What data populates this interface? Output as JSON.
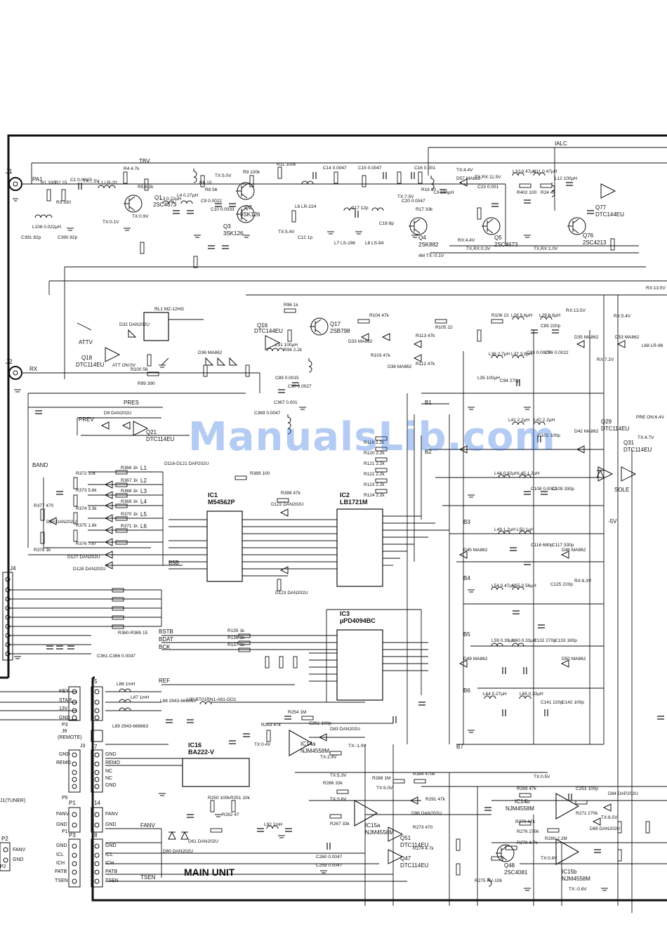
{
  "sheet_label": "MAIN UNIT",
  "watermark": "ManualsLib.com",
  "jacks": [
    "J1",
    "J2"
  ],
  "rails": {
    "tbv": "TBV",
    "ialc": "IALC",
    "pa1": "PA1",
    "rx": "RX",
    "pres": "PRES",
    "prev": "PREV",
    "attv": "ATTV",
    "band": "BAND",
    "ref": "REF",
    "fanv": "FANV",
    "tsen": "TSEN",
    "sole": "SOLE",
    "minus5v": "-5V"
  },
  "ics": [
    {
      "ref": "IC1",
      "part": "M54562P"
    },
    {
      "ref": "IC2",
      "part": "LB1721M"
    },
    {
      "ref": "IC3",
      "part": "µPD4094BC"
    },
    {
      "ref": "IC16",
      "part": "BA222-V"
    },
    {
      "ref": "IC14a",
      "part": "NJM4558M"
    },
    {
      "ref": "IC15a",
      "part": "NJM4558M"
    },
    {
      "ref": "IC14b",
      "part": "NJM4558M"
    },
    {
      "ref": "IC15b",
      "part": "NJM4558M"
    }
  ],
  "transistors": [
    {
      "ref": "Q1",
      "part": "2SC4673"
    },
    {
      "ref": "Q2",
      "part": "3SK126"
    },
    {
      "ref": "Q3",
      "part": "3SK126"
    },
    {
      "ref": "Q4",
      "part": "2SK882"
    },
    {
      "ref": "Q5",
      "part": "2SC4673"
    },
    {
      "ref": "Q76",
      "part": "2SC4213"
    },
    {
      "ref": "Q77",
      "part": "DTC144EU"
    },
    {
      "ref": "Q16",
      "part": "DTC144EU"
    },
    {
      "ref": "Q17",
      "part": "2SB798"
    },
    {
      "ref": "Q18",
      "part": "DTC114EU"
    },
    {
      "ref": "Q21",
      "part": "DTC114EU"
    },
    {
      "ref": "Q29",
      "part": "DTC114EU"
    },
    {
      "ref": "Q31",
      "part": "DTC114EU"
    },
    {
      "ref": "Q47",
      "part": "DTC114EU"
    },
    {
      "ref": "Q48",
      "part": "2SC4081"
    },
    {
      "ref": "Q51",
      "part": "DTC114EU"
    }
  ],
  "connectors": [
    {
      "ref": "J4",
      "pins": []
    },
    {
      "ref": "J5",
      "pins": [
        "KEY",
        "STAR",
        "13V",
        "GND"
      ]
    },
    {
      "ref": "J6",
      "note": "(REMOTE)",
      "pins": [
        "GND",
        "REMO"
      ]
    },
    {
      "ref": "J7",
      "pins": [
        "GND",
        "REMO",
        "NC",
        "NC",
        "GND"
      ]
    },
    {
      "ref": "J14",
      "pins": [
        "FANV",
        "GND"
      ]
    },
    {
      "ref": "J8",
      "pins": [
        "GND",
        "ICL",
        "ICH",
        "PATB",
        "TSEN"
      ]
    },
    {
      "ref": "P1",
      "pins": [
        "FANV",
        "GND"
      ]
    },
    {
      "ref": "P2",
      "pins": [
        "FANV",
        "GND"
      ]
    },
    {
      "ref": "P3",
      "pins": [
        "GND",
        "ICL",
        "ICH",
        "PATB",
        "TSEN"
      ]
    }
  ],
  "connector_refs": [
    "J3",
    "P3",
    "P5",
    "P1",
    "P2",
    "J1(TUNER)"
  ],
  "filter_nets": [
    "B1",
    "B2",
    "B3",
    "B4",
    "B5",
    "B6",
    "B7"
  ],
  "band_lines": [
    "L1",
    "L2",
    "L3",
    "L4",
    "L5",
    "L6",
    "B5B"
  ],
  "bus_labels": [
    "BSTB",
    "BDAT",
    "BCK"
  ],
  "component_labels": [
    "R1 330",
    "R2 15",
    "R3 330",
    "C1 0.0047",
    "L1 LR-20",
    "L106 0.022µH",
    "C390 82p",
    "C391 82p",
    "R4 4.7k",
    "R5 8.2k",
    "R6 10",
    "L3 0.22µH",
    "L4 0.27µH",
    "C9 0.0022",
    "C10 0.0033",
    "R8 56",
    "R9 100k",
    "R11 100k",
    "L6 LR-224",
    "C12 1p",
    "C14 0.0047",
    "C15 0.0047",
    "C16 0.001",
    "C17 12p",
    "C18 8p",
    "L7 LS-196",
    "L8 LS-84",
    "R16 10",
    "R17 33k",
    "C20 0.0047",
    "L9 100µH",
    "D57 MA862",
    "C23 0.001",
    "L10 0.47µH",
    "L11 0.47µH",
    "L12 100µH",
    "R402 100",
    "R24 47",
    "R96 1k",
    "R94 2.2k",
    "R104 47k",
    "R105 22",
    "R106 22",
    "L26 5.6µH",
    "L29 6.8µH",
    "C85 220p",
    "D33 MA862",
    "D38 MA862",
    "R113 47k",
    "R112 47k",
    "R103 47k",
    "R99 390",
    "R100 56",
    "RL1 MZ-12HG",
    "D32 DAN202U",
    "D36 MA862",
    "L31 100µH",
    "C89 0.0015",
    "C90 0.0027",
    "C367 0.001",
    "C369 0.0047",
    "L35 100µH",
    "L36 2.7µH",
    "L37 3.9µH",
    "C93 0.0027",
    "C94 270p",
    "C96 0.0022",
    "L41 2.2µH",
    "L42 2.2µH",
    "L44 0.82µH",
    "L45 1.2µH",
    "C102 100p",
    "C108 0.0012",
    "C109 330p",
    "L49 1.2µH",
    "L50 1µH",
    "C116 680p",
    "C117 330p",
    "L54 0.47µH",
    "L55 0.56µH",
    "C125 220p",
    "L59 0.39µH",
    "L60 0.33µH",
    "C132 270p",
    "C133 180p",
    "L64 0.27µH",
    "L65 0.33µH",
    "C141 220p",
    "C142 100p",
    "R119 2.2k",
    "R120 2.2k",
    "R121 2.2k",
    "R122 2.2k",
    "R123 2.2k",
    "R124 2.2k",
    "R366 1k",
    "R367 1k",
    "R368 1k",
    "R369 1k",
    "R370 1k",
    "R371 1k",
    "R372 10k",
    "R373 5.6k",
    "R374 3.3k",
    "R375 1.8k",
    "R376 750",
    "R377 470",
    "R378 1k",
    "D116-D121 DAP202U",
    "D127 DAN202U",
    "D128 DAN202U",
    "D85 DAN202U",
    "R360-R365 15",
    "C361-C366 0.0047",
    "R135 1k",
    "R136 1k",
    "R137 1k",
    "R389 100",
    "R399 47k",
    "D122 DAN202U",
    "D123 DAN202U",
    "L86 1mH",
    "L87 1mH",
    "L88 2943-666663",
    "L89 2943-666663",
    "L90 BT01RN1-A61-DO1",
    "R254 1M",
    "C251 100p",
    "D83 DAN202U",
    "R263 47k",
    "R286 33k",
    "R288 1M",
    "R384 470k",
    "R267 33k",
    "D96 DAN202U",
    "R291 47k",
    "R269 47k",
    "C253 100p",
    "D84 DAP202U",
    "R270 47k",
    "R271 270k",
    "R280 2.2M",
    "R274 4.7k",
    "R273 470",
    "R278 4.7k",
    "R276 270k",
    "D85 DAN202U",
    "L92 1mH",
    "D60 DAN202U",
    "D61 DAN202U",
    "R262 47",
    "R250 100k",
    "R251 10k",
    "C260 0.0047",
    "C259 0.0047",
    "R275 RV-108",
    "D45 MA862",
    "D46 MA862",
    "D49 MA862",
    "D50 MA862",
    "D35 MA862",
    "D42 MA862",
    "D53 MA862",
    "D9 DAN202U",
    "L68 LR-86"
  ],
  "voltage_notes": [
    "TX:7.5V",
    "TX:0.1V",
    "TX:5.0V",
    "TX:5.4V",
    "TX:4.4V",
    "TX,RX:11.5V",
    "RX:4.4V",
    "TX,RX:0.3V",
    "TX,RX:1.0V",
    "TX:7.5V",
    "4M TX:-0.1V",
    "RX:13.5V",
    "RX:5.4V",
    "RX:7.2V",
    "RX:6.3V",
    "ATT ON:0V",
    "TX:0.4V",
    "TX:2.4V",
    "TX:-1.0V",
    "TX:5.3V",
    "TX:3.6V",
    "TX:5.0V",
    "TX:0.5V",
    "TX:0.8V",
    "TX:-0.8V",
    "TX:6.5V",
    "TX:4.7V",
    "RX:13.5V",
    "PRE ON:6.4V",
    "TX:0.9V"
  ]
}
